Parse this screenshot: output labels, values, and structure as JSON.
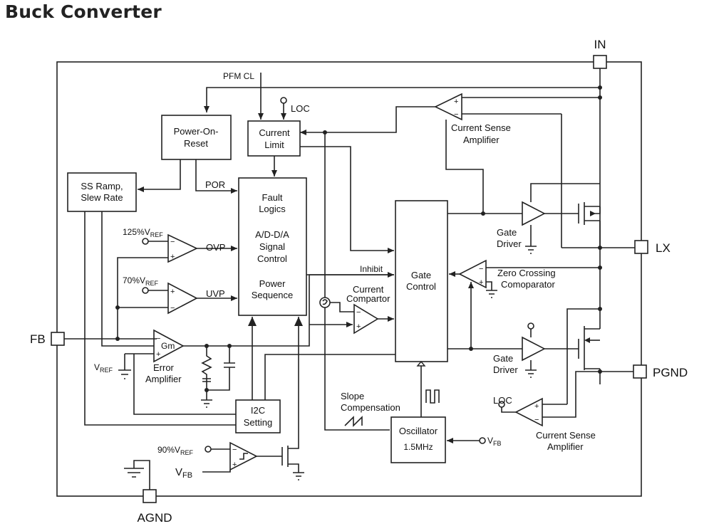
{
  "title": "Buck Converter",
  "pins": {
    "in": "IN",
    "lx": "LX",
    "fb": "FB",
    "pgnd": "PGND",
    "agnd": "AGND"
  },
  "blocks": {
    "power_on_reset": [
      "Power-On-",
      "Reset"
    ],
    "current_limit": [
      "Current",
      "Limit"
    ],
    "ss_ramp": [
      "SS Ramp,",
      "Slew Rate"
    ],
    "fault_logics": [
      "Fault",
      "Logics",
      "A/D-D/A",
      "Signal",
      "Control",
      "Power",
      "Sequence"
    ],
    "gate_control": [
      "Gate",
      "Control"
    ],
    "i2c_setting": [
      "I2C",
      "Setting"
    ],
    "oscillator": [
      "Oscillator",
      "1.5MHz"
    ]
  },
  "labels": {
    "pfm_cl": "PFM CL",
    "loc_top": "LOC",
    "loc_bottom": "LOC",
    "por": "POR",
    "ovp": "OVP",
    "uvp": "UVP",
    "inhibit": "Inhibit",
    "vref_125": "125%V",
    "vref_70": "70%V",
    "vref_90": "90%V",
    "ref_sub": "REF",
    "vref_main": "V",
    "vfb_left": "V",
    "vfb_osc": "V",
    "fb_sub": "FB",
    "gm": "Gm",
    "error_amplifier": [
      "Error",
      "Amplifier"
    ],
    "current_sense_top": [
      "Current Sense",
      "Amplifier"
    ],
    "current_sense_bottom": [
      "Current Sense",
      "Amplifier"
    ],
    "gate_driver_top": [
      "Gate",
      "Driver"
    ],
    "gate_driver_bottom": [
      "Gate",
      "Driver"
    ],
    "zero_crossing": [
      "Zero Crossing",
      "Comoparator"
    ],
    "current_comparator": [
      "Current",
      "Compartor"
    ],
    "slope_compensation": [
      "Slope",
      "Compensation"
    ],
    "plus": "+",
    "minus": "−"
  }
}
